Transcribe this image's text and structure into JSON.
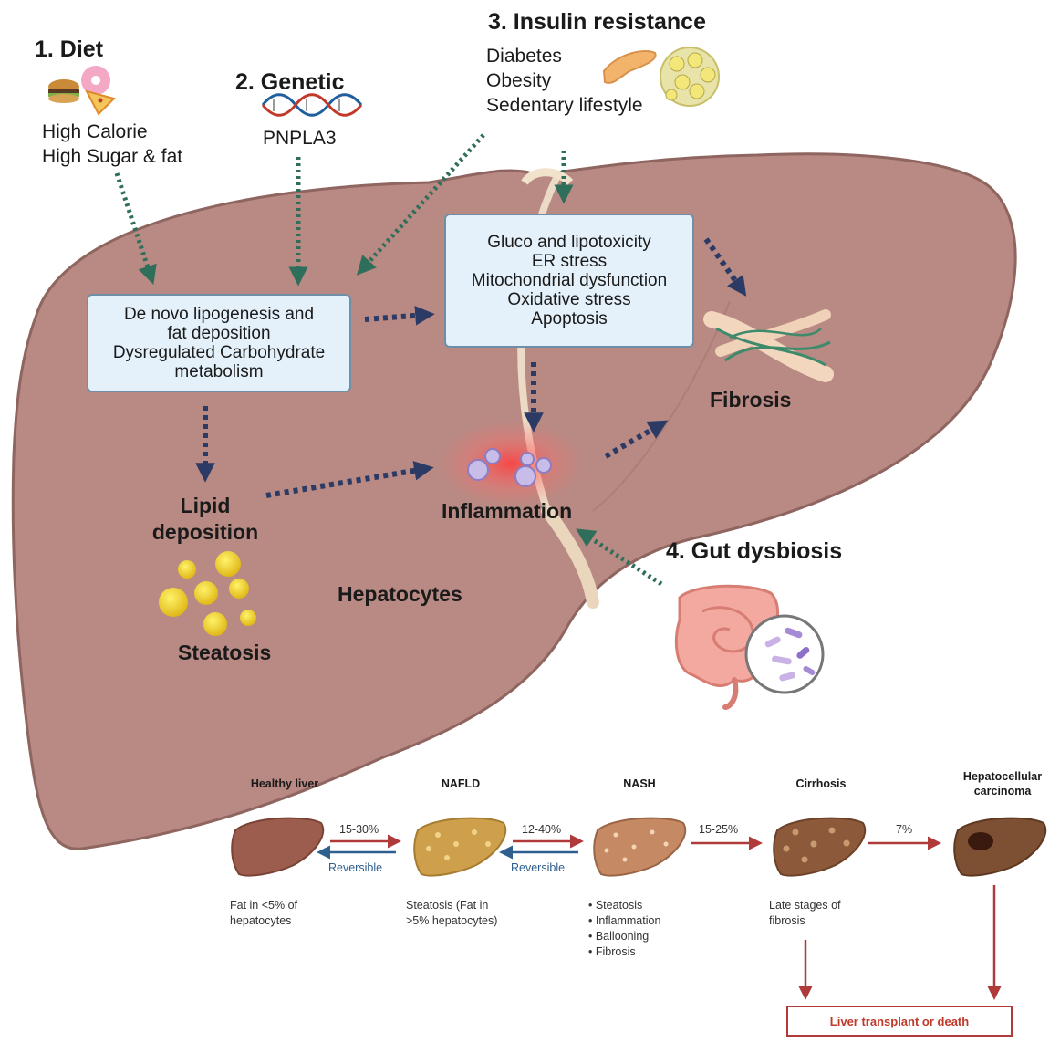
{
  "causes": {
    "diet": {
      "title": "1.  Diet",
      "lines": [
        "High Calorie",
        "High Sugar & fat"
      ]
    },
    "genetic": {
      "title": "2. Genetic",
      "gene": "PNPLA3"
    },
    "insulin": {
      "title": "3. Insulin resistance",
      "lines": [
        "Diabetes",
        "Obesity",
        "Sedentary lifestyle"
      ]
    },
    "gut": {
      "title": "4. Gut dysbiosis"
    }
  },
  "boxes": {
    "lipogenesis": [
      "De novo lipogenesis and",
      "fat deposition",
      "Dysregulated Carbohydrate",
      "metabolism"
    ],
    "toxicity": [
      "Gluco and lipotoxicity",
      "ER stress",
      "Mitochondrial dysfunction",
      "Oxidative stress",
      "Apoptosis"
    ]
  },
  "labels": {
    "lipid": [
      "Lipid",
      "deposition"
    ],
    "steatosis": "Steatosis",
    "hepatocytes": "Hepatocytes",
    "inflammation": "Inflammation",
    "fibrosis": "Fibrosis"
  },
  "progression": {
    "stages": [
      {
        "title": "Healthy liver",
        "desc": [
          "Fat in <5% of",
          "hepatocytes"
        ]
      },
      {
        "title": "NAFLD",
        "desc": [
          "Steatosis (Fat in",
          ">5% hepatocytes)"
        ]
      },
      {
        "title": "NASH",
        "desc": [
          "• Steatosis",
          "• Inflammation",
          "• Ballooning",
          "• Fibrosis"
        ]
      },
      {
        "title": "Cirrhosis",
        "desc": [
          "Late stages of",
          "fibrosis"
        ]
      },
      {
        "title_lines": [
          "Hepatocellular",
          "carcinoma"
        ]
      }
    ],
    "transitions": [
      {
        "rate": "15-30%",
        "reversible": "Reversible"
      },
      {
        "rate": "12-40%",
        "reversible": "Reversible"
      },
      {
        "rate": "15-25%"
      },
      {
        "rate": "7%"
      }
    ],
    "outcome": "Liver transplant or death"
  },
  "colors": {
    "liver": "#b88a83",
    "liver_edge": "#8f6560",
    "cause_arrow": "#2f6e5a",
    "pathway_arrow": "#2c3b66",
    "progress_arrow": "#b03a3a",
    "box_fill": "#e4f1fa"
  }
}
